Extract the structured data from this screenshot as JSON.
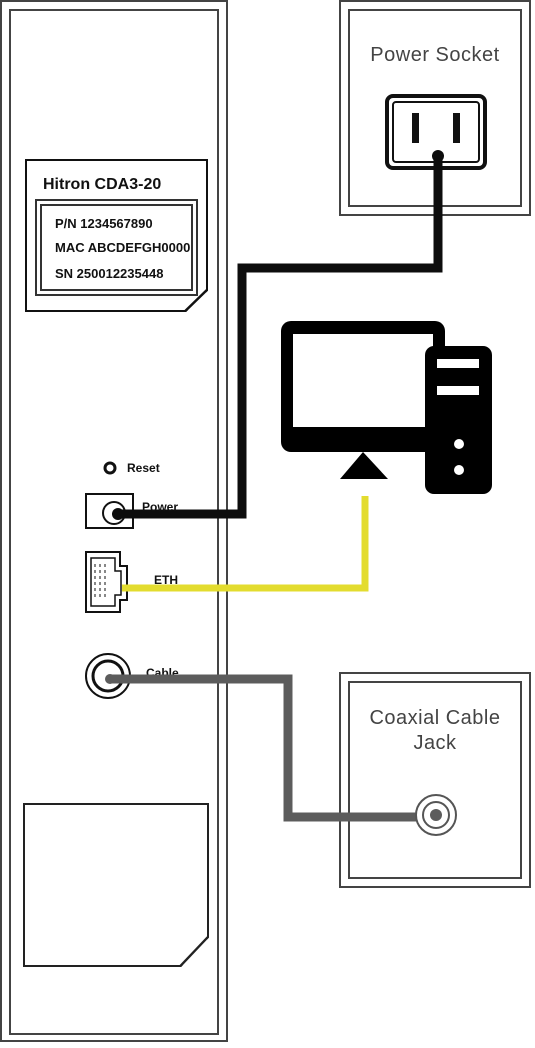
{
  "modem": {
    "model": "Hitron CDA3-20",
    "part_number": "P/N 1234567890",
    "mac": "MAC ABCDEFGH0000",
    "serial": "SN 250012235448",
    "ports": {
      "reset": "Reset",
      "power": "Power",
      "eth": "ETH",
      "cable": "Cable"
    }
  },
  "power_socket": {
    "title": "Power Socket"
  },
  "coax_jack": {
    "title_line1": "Coaxial Cable",
    "title_line2": "Jack"
  },
  "cables": {
    "power_color": "#0d0d0d",
    "ethernet_color": "#e3dc2f",
    "coax_color": "#5c5c5c"
  },
  "icons": [
    "reset-button-icon",
    "power-port-icon",
    "ethernet-port-icon",
    "coax-port-icon",
    "outlet-icon",
    "computer-icon",
    "coax-jack-icon"
  ]
}
